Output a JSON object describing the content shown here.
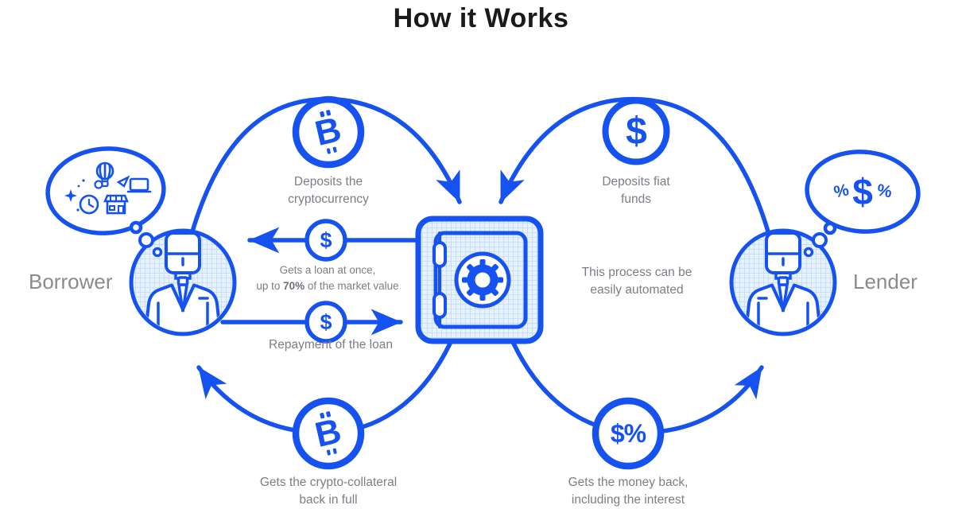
{
  "title": "How it Works",
  "colors": {
    "accent": "#1652f0",
    "light_fill": "#e7f2fd",
    "grid_line": "#c7dff7",
    "caption_text": "#7d7d86",
    "actor_label_text": "#8a8a8f",
    "title_text": "#1a1a1a"
  },
  "actors": {
    "borrower": "Borrower",
    "lender": "Lender"
  },
  "left_flow": {
    "deposit": {
      "line1": "Deposits the",
      "line2": "cryptocurrency"
    },
    "loan": {
      "line1": "Gets a loan at once,",
      "line2_prefix": "up to ",
      "line2_bold": "70%",
      "line2_suffix": " of the market value"
    },
    "repayment": "Repayment of the loan",
    "collateral_back": {
      "line1": "Gets the crypto-collateral",
      "line2": "back in full"
    }
  },
  "right_flow": {
    "deposit": {
      "line1": "Deposits fiat",
      "line2": "funds"
    },
    "automation": {
      "line1": "This process can be",
      "line2": "easily automated"
    },
    "money_back": {
      "line1": "Gets the money back,",
      "line2": "including the interest"
    }
  },
  "icon_glyphs": {
    "bitcoin_top": "B",
    "dollar_top": "$",
    "loan_dollar": "$",
    "repayment_dollar": "$",
    "bitcoin_bottom": "B",
    "money_back": "$%",
    "lender_thought_left": "%",
    "lender_thought_center": "$",
    "lender_thought_right": "%"
  },
  "icon_names": [
    "bitcoin-icon",
    "dollar-icon",
    "vault-icon",
    "borrower-avatar-icon",
    "lender-avatar-icon",
    "thought-bubble",
    "balloon-icon",
    "laptop-icon",
    "shop-icon",
    "clock-icon",
    "sparkle-icon",
    "dollar-percent-icon"
  ]
}
